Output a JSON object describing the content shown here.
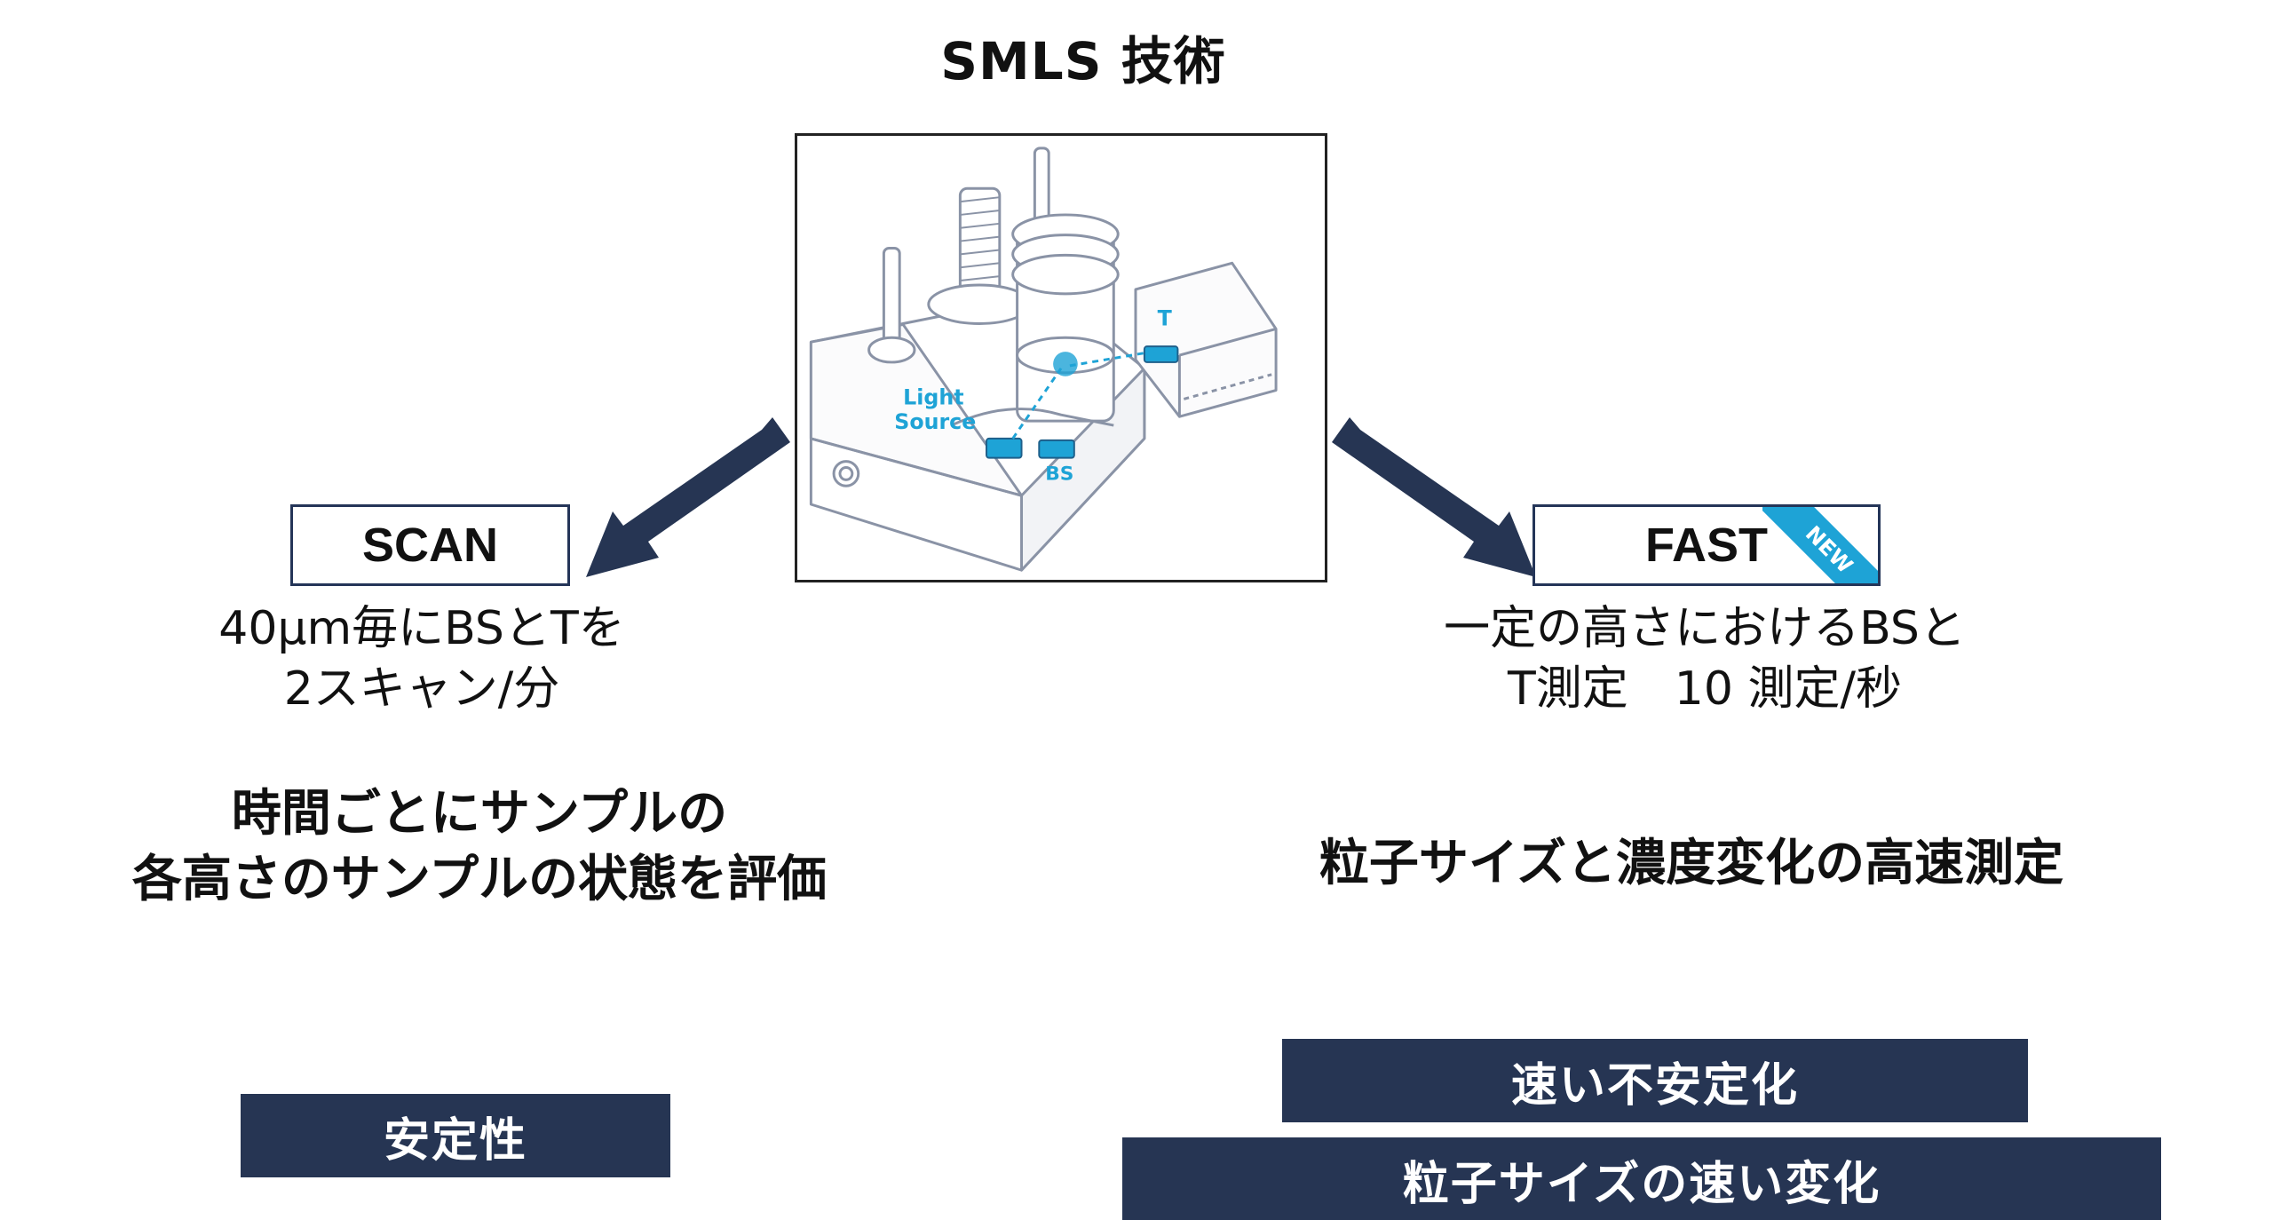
{
  "title": "SMLS 技術",
  "illustration": {
    "labels": {
      "light_line1": "Light",
      "light_line2": "Source",
      "bs": "BS",
      "t": "T"
    },
    "accent_color": "#1ea3d6",
    "line_color": "#8a93a6"
  },
  "scan": {
    "label": "SCAN",
    "desc_line1": "40µm毎にBSとTを",
    "desc_line2": "2スキャン/分",
    "headline_line1": "時間ごとにサンプルの",
    "headline_line2": "各高さのサンプルの状態を評価",
    "tags": [
      "安定性"
    ]
  },
  "fast": {
    "label": "FAST",
    "badge": "NEW",
    "desc_line1": "一定の高さにおけるBSと",
    "desc_line2": "T測定　10 測定/秒",
    "headline": "粒子サイズと濃度変化の高速測定",
    "tags": [
      "速い不安定化",
      "粒子サイズの速い変化"
    ]
  },
  "colors": {
    "navy": "#263553",
    "arrow": "#263553",
    "badge": "#1ea3d6"
  }
}
